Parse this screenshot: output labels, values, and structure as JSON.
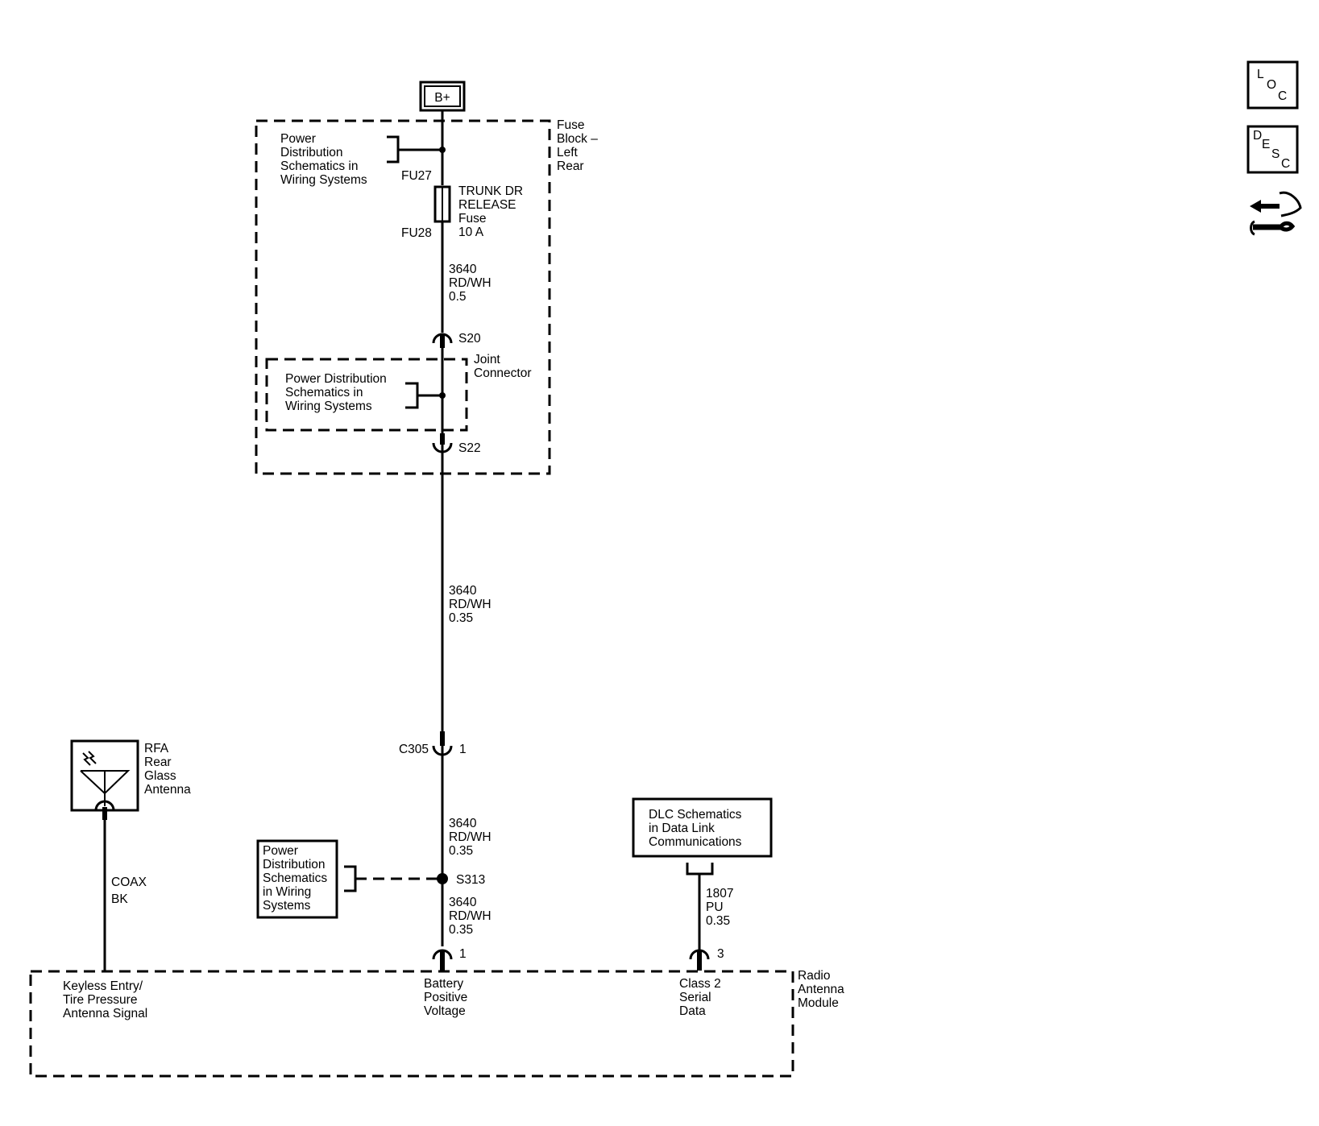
{
  "power_source": {
    "label": "B+"
  },
  "fuse_block": {
    "title_lines": [
      "Fuse",
      "Block –",
      "Left",
      "Rear"
    ],
    "ref_power_dist": [
      "Power",
      "Distribution",
      "Schematics in",
      "Wiring Systems"
    ],
    "fu27": "FU27",
    "fu28": "FU28",
    "fuse_label_lines": [
      "TRUNK DR",
      "RELEASE",
      "Fuse",
      "10 A"
    ],
    "wire_upper": [
      "3640",
      "RD/WH",
      "0.5"
    ],
    "s20": "S20",
    "s22": "S22",
    "joint_connector_lines": [
      "Joint",
      "Connector"
    ],
    "joint_ref_lines": [
      "Power Distribution",
      "Schematics in",
      "Wiring Systems"
    ]
  },
  "wire_middle": [
    "3640",
    "RD/WH",
    "0.35"
  ],
  "c305": {
    "name": "C305",
    "pin": "1"
  },
  "wire_lower_a": [
    "3640",
    "RD/WH",
    "0.35"
  ],
  "s313": {
    "name": "S313",
    "ref_lines": [
      "Power",
      "Distribution",
      "Schematics",
      "in Wiring",
      "Systems"
    ]
  },
  "wire_lower_b": [
    "3640",
    "RD/WH",
    "0.35"
  ],
  "antenna": {
    "label_lines": [
      "RFA",
      "Rear",
      "Glass",
      "Antenna"
    ],
    "wire": [
      "COAX",
      "BK"
    ]
  },
  "dlc": {
    "ref_lines": [
      "DLC Schematics",
      "in Data Link",
      "Communications"
    ],
    "wire": [
      "1807",
      "PU",
      "0.35"
    ],
    "pin": "3"
  },
  "module": {
    "title_lines": [
      "Radio",
      "Antenna",
      "Module"
    ],
    "pin_battery": "1",
    "keyless_lines": [
      "Keyless Entry/",
      "Tire Pressure",
      "Antenna Signal"
    ],
    "battery_lines": [
      "Battery",
      "Positive",
      "Voltage"
    ],
    "class2_lines": [
      "Class 2",
      "Serial",
      "Data"
    ]
  },
  "nav_icons": {
    "loc": [
      "L",
      "O",
      "C"
    ],
    "desc": [
      "D",
      "E",
      "S",
      "C"
    ]
  }
}
